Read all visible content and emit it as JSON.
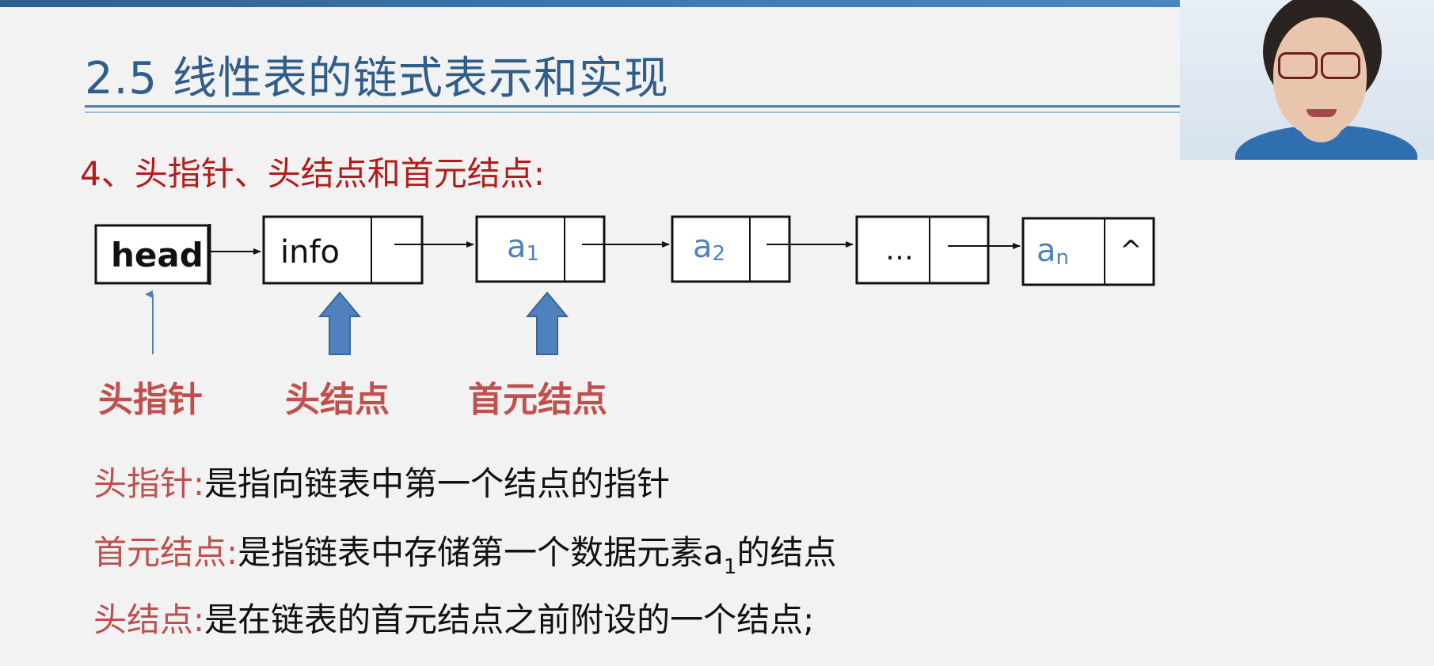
{
  "slide": {
    "title": "2.5 线性表的链式表示和实现",
    "heading": "4、头指针、头结点和首元结点:"
  },
  "diagram": {
    "head_label": "head",
    "info_label": "info",
    "nodes": [
      {
        "base": "a",
        "sub": "1"
      },
      {
        "base": "a",
        "sub": "2"
      },
      {
        "base": "…",
        "sub": ""
      },
      {
        "base": "a",
        "sub": "n"
      }
    ],
    "null_marker": "^",
    "labels": {
      "head_pointer": "头指针",
      "head_node": "头结点",
      "first_node": "首元结点"
    }
  },
  "definitions": [
    {
      "term": "头指针:",
      "text_before": "是指向链表中第一个结点的指针",
      "sub": "",
      "text_after": ""
    },
    {
      "term": "首元结点:",
      "text_before": "是指链表中存储第一个数据元素a",
      "sub": "1",
      "text_after": "的结点"
    },
    {
      "term": "头结点:",
      "text_before": "是在链表的首元结点之前附设的一个结点;",
      "sub": "",
      "text_after": ""
    }
  ],
  "colors": {
    "title": "#2f5d8c",
    "heading": "#b31c1c",
    "label": "#c0504d",
    "arrow_blue": "#4f81bd",
    "node_text_blue": "#4f81bd"
  }
}
